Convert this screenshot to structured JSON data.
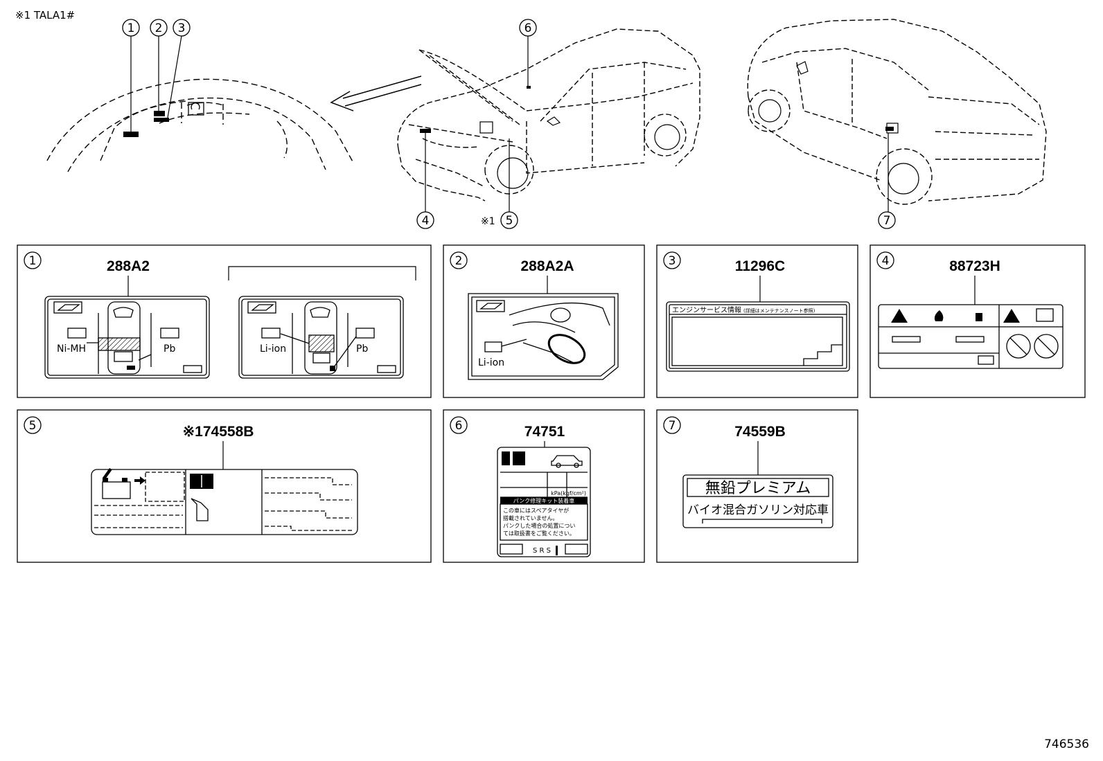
{
  "note_top_left": "※1  TALA1#",
  "callout_numbers": [
    "1",
    "2",
    "3",
    "4",
    "5",
    "6",
    "7"
  ],
  "callout_note_mark": "※1",
  "panels": [
    {
      "num": "1",
      "code": "288A2",
      "left_label_a": "Ni-MH",
      "left_label_b": "Pb",
      "right_label_a": "Li-ion",
      "right_label_b": "Pb"
    },
    {
      "num": "2",
      "code": "288A2A",
      "label": "Li-ion"
    },
    {
      "num": "3",
      "code": "11296C",
      "header": "エンジンサービス情報",
      "header_note": "(詳細はメンテナンスノート参照)"
    },
    {
      "num": "4",
      "code": "88723H"
    },
    {
      "num": "5",
      "code": "※174558B"
    },
    {
      "num": "6",
      "code": "74751",
      "unit": "kPa(kgf/cm²)",
      "banner": "パンク修理キット装着車",
      "line1": "この車にはスペアタイヤが",
      "line2": "搭載されていません。",
      "line3": "パンクした場合の処置につい",
      "line4": "ては取扱書をご覧ください。",
      "footer": "S R S"
    },
    {
      "num": "7",
      "code": "74559B",
      "line1": "無鉛プレミアム",
      "line2": "バイオ混合ガソリン対応車"
    }
  ],
  "figure_id": "746536"
}
